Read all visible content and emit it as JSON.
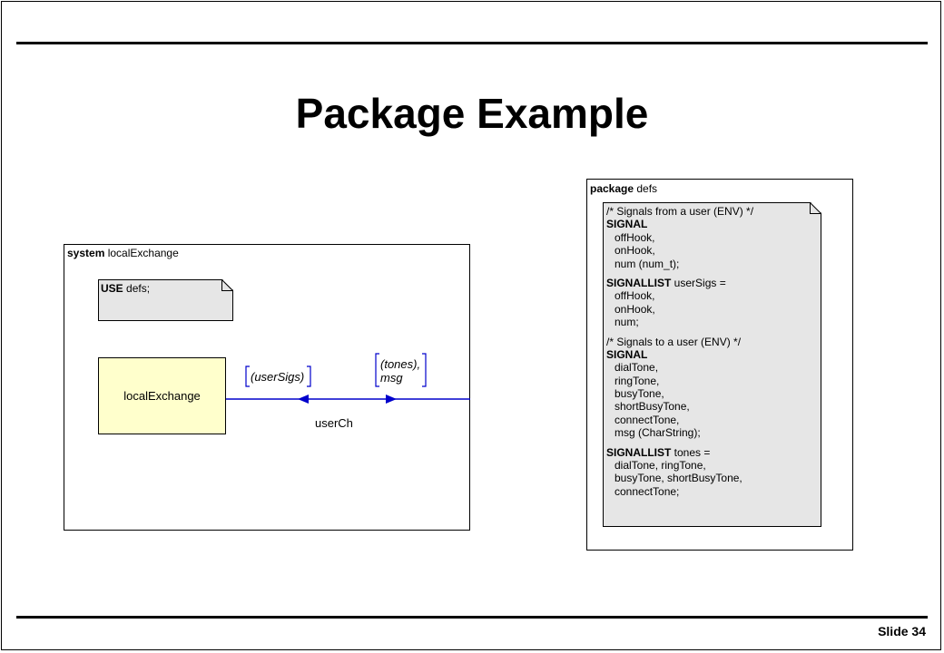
{
  "slide": {
    "title": "Package Example",
    "footer": "Slide 34"
  },
  "system": {
    "keyword": "system",
    "name": "localExchange",
    "use_note": {
      "keyword": "USE",
      "text": " defs;"
    },
    "block_label": "localExchange",
    "channel": {
      "name": "userCh",
      "in_signals": "(userSigs)",
      "out_signals_line1": "(tones),",
      "out_signals_line2": "msg"
    }
  },
  "package": {
    "keyword": "package",
    "name": "defs",
    "lines": [
      {
        "kw": "",
        "text": "/* Signals from a user (ENV) */",
        "indent": false
      },
      {
        "kw": "SIGNAL",
        "text": "",
        "indent": false
      },
      {
        "kw": "",
        "text": "offHook,",
        "indent": true
      },
      {
        "kw": "",
        "text": "onHook,",
        "indent": true
      },
      {
        "kw": "",
        "text": "num (num_t);",
        "indent": true
      },
      {
        "gap": true
      },
      {
        "kw": "SIGNALLIST",
        "text": " userSigs =",
        "indent": false
      },
      {
        "kw": "",
        "text": "offHook,",
        "indent": true
      },
      {
        "kw": "",
        "text": "onHook,",
        "indent": true
      },
      {
        "kw": "",
        "text": "num;",
        "indent": true
      },
      {
        "gap": true
      },
      {
        "kw": "",
        "text": "/* Signals to a user (ENV) */",
        "indent": false
      },
      {
        "kw": "SIGNAL",
        "text": "",
        "indent": false
      },
      {
        "kw": "",
        "text": "dialTone,",
        "indent": true
      },
      {
        "kw": "",
        "text": "ringTone,",
        "indent": true
      },
      {
        "kw": "",
        "text": "busyTone,",
        "indent": true
      },
      {
        "kw": "",
        "text": "shortBusyTone,",
        "indent": true
      },
      {
        "kw": "",
        "text": "connectTone,",
        "indent": true
      },
      {
        "kw": "",
        "text": "msg (CharString);",
        "indent": true
      },
      {
        "gap": true
      },
      {
        "kw": "SIGNALLIST",
        "text": " tones =",
        "indent": false
      },
      {
        "kw": "",
        "text": "dialTone, ringTone,",
        "indent": true
      },
      {
        "kw": "",
        "text": "busyTone, shortBusyTone,",
        "indent": true
      },
      {
        "kw": "",
        "text": "connectTone;",
        "indent": true
      }
    ]
  },
  "colors": {
    "channel": "#0000cc",
    "block_fill": "#ffffcc",
    "note_fill": "#e6e6e6"
  }
}
